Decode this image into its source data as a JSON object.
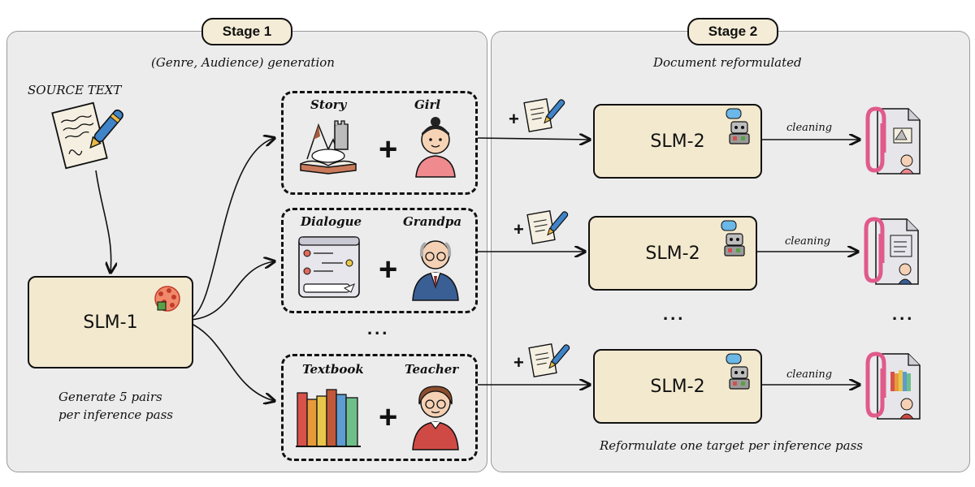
{
  "stage1": {
    "label": "Stage 1",
    "subtitle": "(Genre, Audience) generation",
    "source_label": "SOURCE TEXT",
    "model": "SLM-1",
    "caption_line1": "Generate 5 pairs",
    "caption_line2": "per inference pass",
    "pairs": [
      {
        "genre": "Story",
        "audience": "Girl",
        "genre_icon": "storybook-icon",
        "audience_icon": "girl-avatar-icon"
      },
      {
        "genre": "Dialogue",
        "audience": "Grandpa",
        "genre_icon": "chat-window-icon",
        "audience_icon": "grandpa-avatar-icon"
      },
      {
        "genre": "Textbook",
        "audience": "Teacher",
        "genre_icon": "books-icon",
        "audience_icon": "teacher-avatar-icon"
      }
    ],
    "ellipsis": "..."
  },
  "stage2": {
    "label": "Stage 2",
    "subtitle": "Document reformulated",
    "model": "SLM-2",
    "edge_label": "cleaning",
    "caption": "Reformulate one target per inference pass",
    "plus": "+",
    "ellipsis": "..."
  },
  "colors": {
    "panel": "#ececec",
    "model_fill": "#f3e9cf",
    "clip": "#e05a8a"
  }
}
